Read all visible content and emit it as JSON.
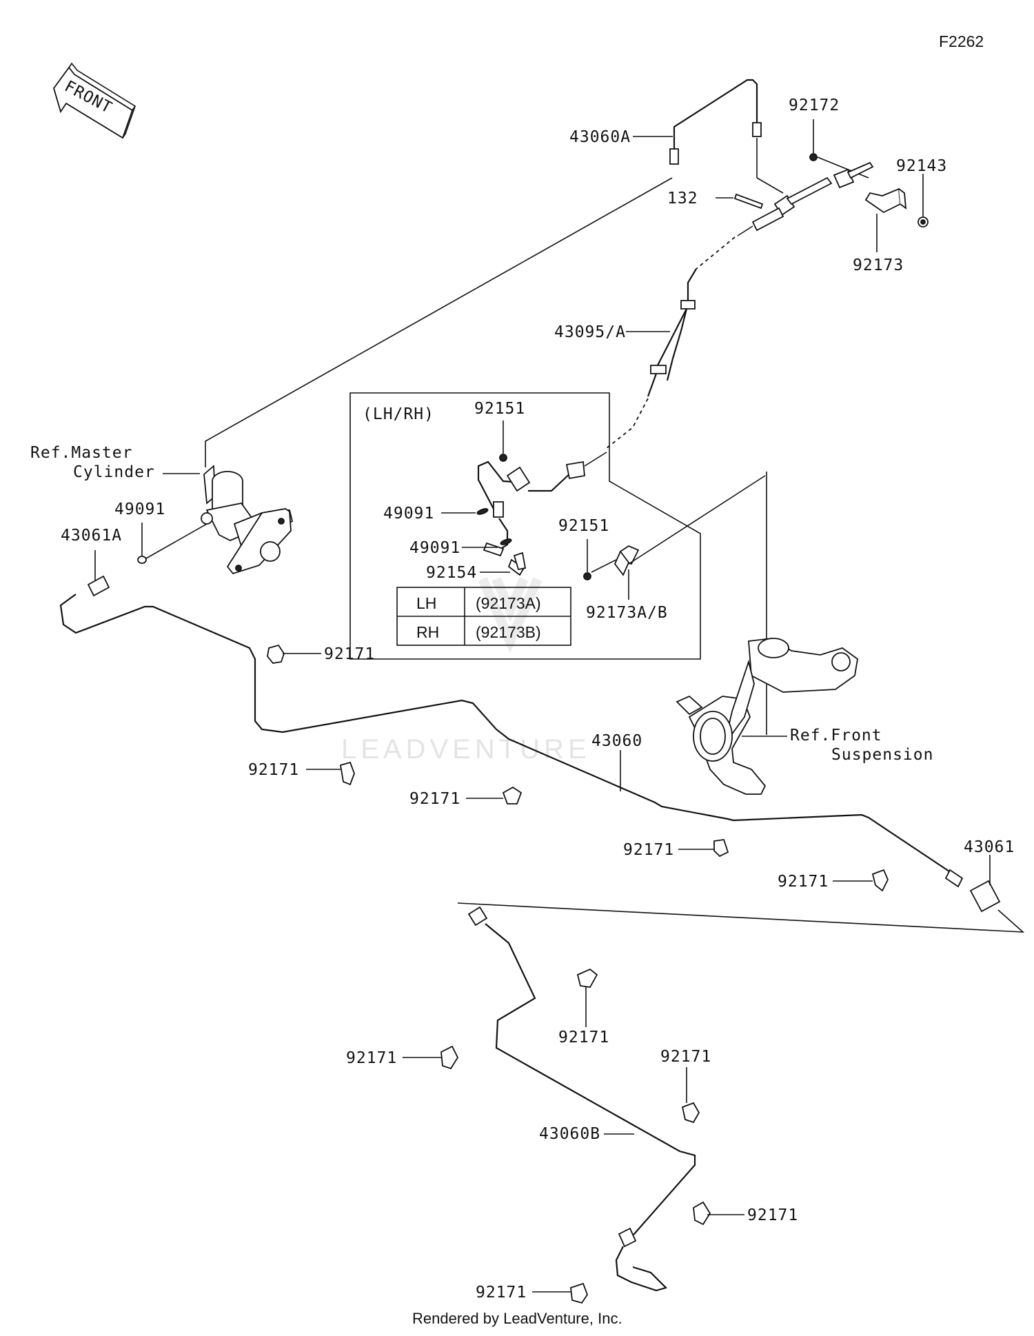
{
  "diagram_id": "F2262",
  "front_arrow": {
    "text": "FRONT",
    "icon": "front-direction-arrow"
  },
  "watermark": "LEADVENTURE",
  "inset": {
    "title": "(LH/RH)",
    "table": [
      {
        "side": "LH",
        "part": "(92173A)"
      },
      {
        "side": "RH",
        "part": "(92173B)"
      }
    ]
  },
  "labels": {
    "l43060A": "43060A",
    "l92172": "92172",
    "l92143": "92143",
    "l132": "132",
    "l92173": "92173",
    "l43095A": "43095/A",
    "l92151a": "92151",
    "l92151b": "92151",
    "ref_master_1": "Ref.Master",
    "ref_master_2": "Cylinder",
    "l49091a": "49091",
    "l43061A": "43061A",
    "l49091b": "49091",
    "l49091c": "49091",
    "l92154": "92154",
    "l92173AB": "92173A/B",
    "l92171_1": "92171",
    "l92171_2": "92171",
    "l92171_3": "92171",
    "l43060": "43060",
    "ref_front_1": "Ref.Front",
    "ref_front_2": "Suspension",
    "l92171_4": "92171",
    "l92171_5": "92171",
    "l43061": "43061",
    "l92171_6": "92171",
    "l92171_7": "92171",
    "l92171_8": "92171",
    "l43060B": "43060B",
    "l92171_9": "92171",
    "l92171_10": "92171"
  },
  "footer": "Rendered by LeadVenture, Inc."
}
